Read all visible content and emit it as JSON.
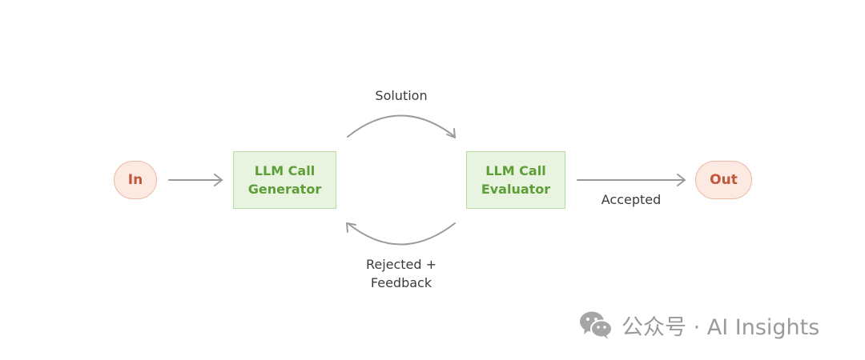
{
  "nodes": {
    "in": "In",
    "out": "Out",
    "generator": {
      "line1": "LLM Call",
      "line2": "Generator"
    },
    "evaluator": {
      "line1": "LLM Call",
      "line2": "Evaluator"
    }
  },
  "edges": {
    "solution": "Solution",
    "accepted": "Accepted",
    "rejected": {
      "line1": "Rejected +",
      "line2": "Feedback"
    }
  },
  "watermark": {
    "icon": "wechat-icon",
    "text": "公众号 · AI Insights"
  },
  "colors": {
    "io_fill": "#fbe9e2",
    "io_border": "#efb9a5",
    "io_text": "#c0563a",
    "llm_fill": "#e8f4df",
    "llm_border": "#b7dba0",
    "llm_text": "#5e9e39",
    "arrow": "#9b9b9b",
    "label_text": "#3b3b3b",
    "watermark": "#9a9a9a"
  }
}
